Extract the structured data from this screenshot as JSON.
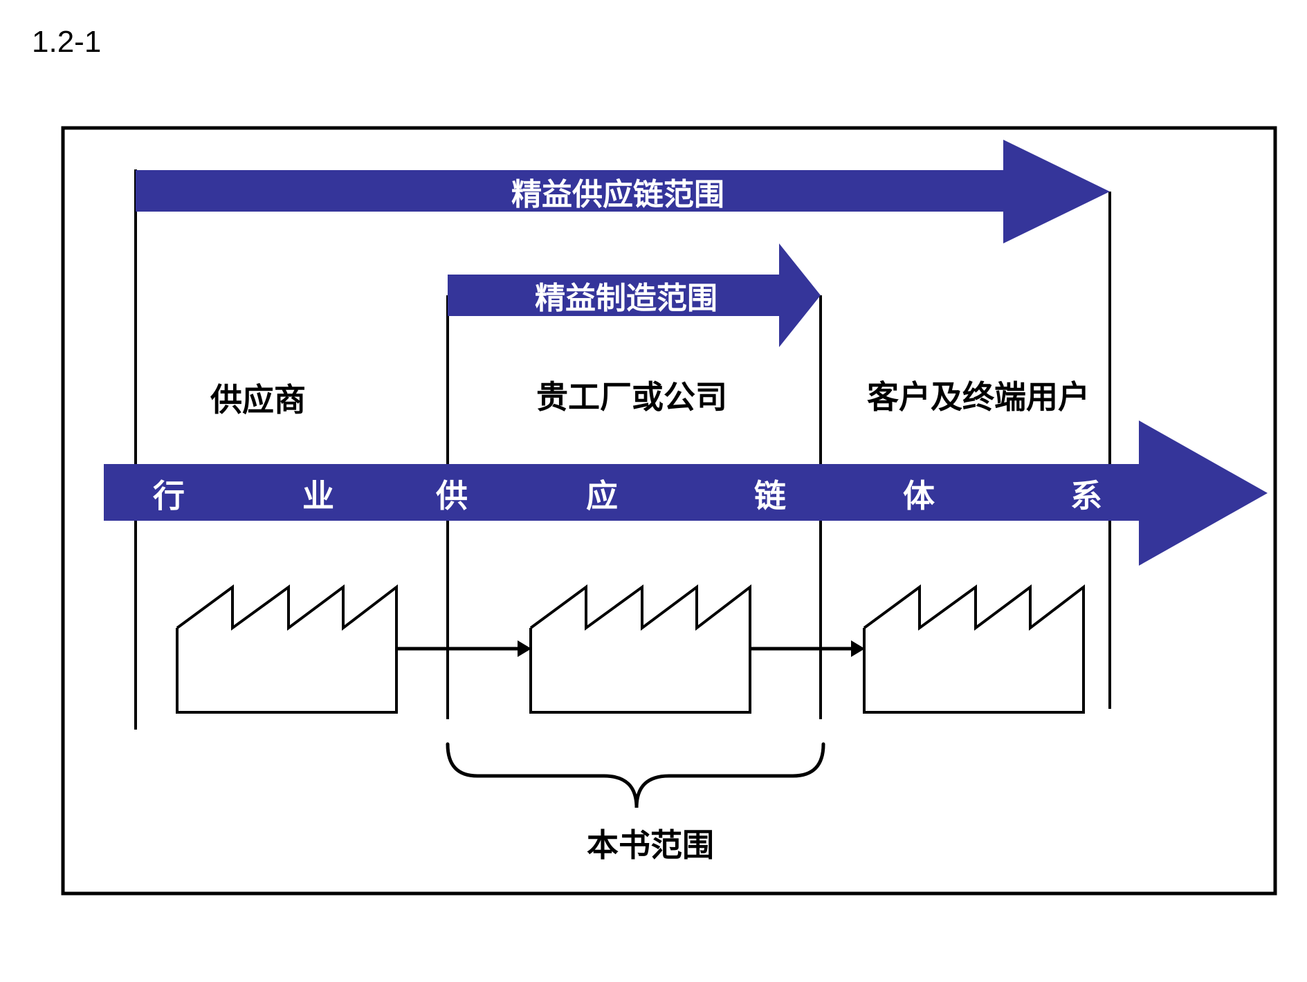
{
  "figure_label": "1.2-1",
  "colors": {
    "arrow": "#35359A",
    "line": "#000000",
    "arrow_text": "#FFFFFF"
  },
  "arrows": {
    "lean_supply_chain": "精益供应链范围",
    "lean_manufacturing": "精益制造范围"
  },
  "sections": {
    "supplier": "供应商",
    "your_company": "贵工厂或公司",
    "customer": "客户及终端用户"
  },
  "industry_chain": [
    "行",
    "业",
    "供",
    "应",
    "链",
    "体",
    "系"
  ],
  "factory_icons": [
    "factory-icon",
    "factory-icon",
    "factory-icon"
  ],
  "scope_label": "本书范围"
}
